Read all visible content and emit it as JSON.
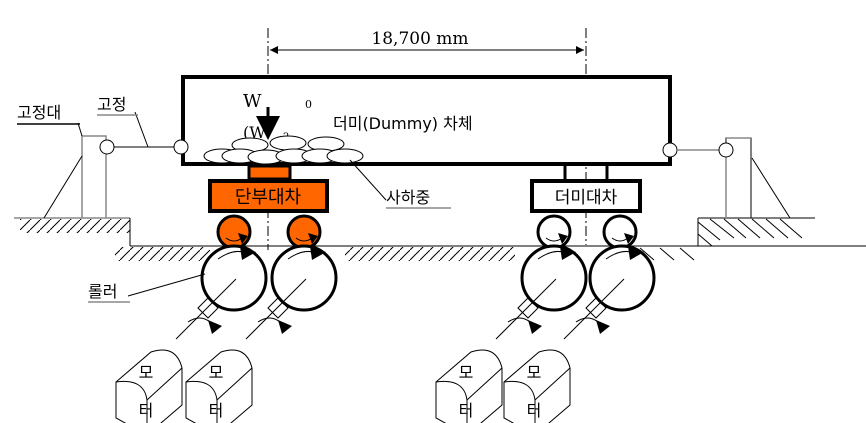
{
  "diagram": {
    "dimension_label": "18,700  mm",
    "load_label_top": "W",
    "load_label_sub": "(W",
    "load_label_sub_index": "2",
    "load_label_sup": "0",
    "dummy_body_label": "더미(Dummy) 차체",
    "end_bogie_label": "단부대차",
    "dummy_bogie_label": "더미대차",
    "dead_load_label": "사하중",
    "fixing_stand_label": "고정대",
    "fixing_label": "고정",
    "roller_label": "롤러",
    "motor_label_top": "모",
    "motor_label_bottom": "터",
    "colors": {
      "end_bogie_fill": "#ff6600",
      "line": "#000000",
      "support_line": "#888888"
    }
  }
}
